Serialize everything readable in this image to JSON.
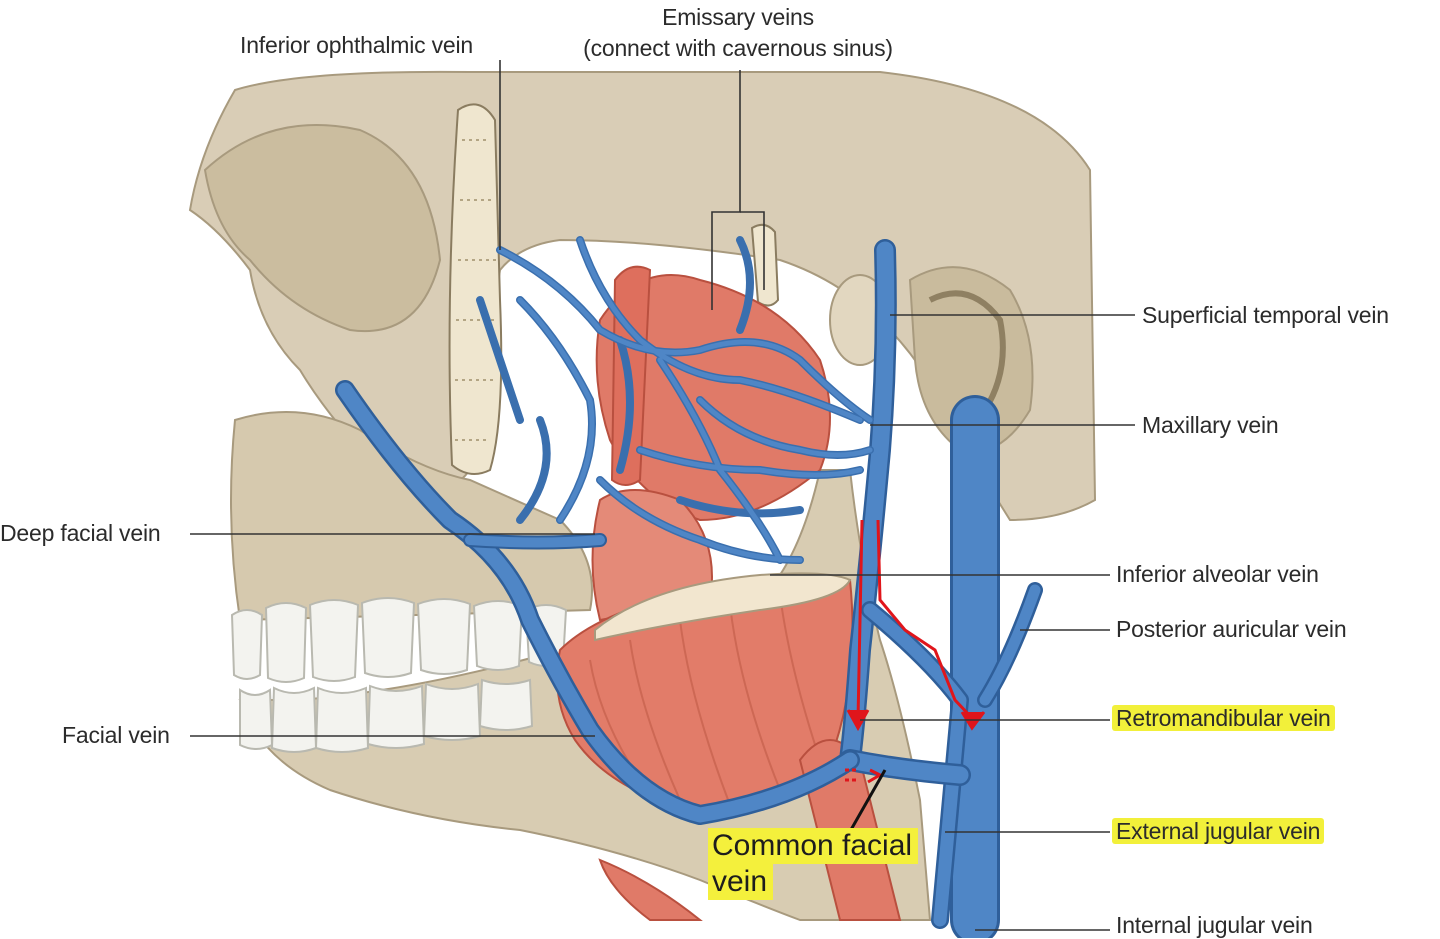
{
  "labels": {
    "inferior_ophthalmic": "Inferior ophthalmic vein",
    "emissary_line1": "Emissary veins",
    "emissary_line2": "(connect with cavernous sinus)",
    "superficial_temporal": "Superficial temporal vein",
    "maxillary": "Maxillary vein",
    "deep_facial": "Deep facial vein",
    "inferior_alveolar": "Inferior alveolar vein",
    "posterior_auricular": "Posterior auricular vein",
    "retromandibular": "Retromandibular vein",
    "facial": "Facial vein",
    "external_jugular": "External jugular vein",
    "internal_jugular": "Internal jugular vein",
    "common_facial_line1": "Common facial",
    "common_facial_line2": "vein"
  },
  "colors": {
    "bone": "#d9cdb6",
    "bone_shadow": "#b9aa8c",
    "vein": "#4f86c6",
    "vein_dark": "#2f5f9a",
    "muscle": "#e07a68",
    "muscle_dark": "#b9503f",
    "teeth": "#f3f3ef",
    "highlight": "#f2f03a",
    "annotation_red": "#e0151b"
  }
}
